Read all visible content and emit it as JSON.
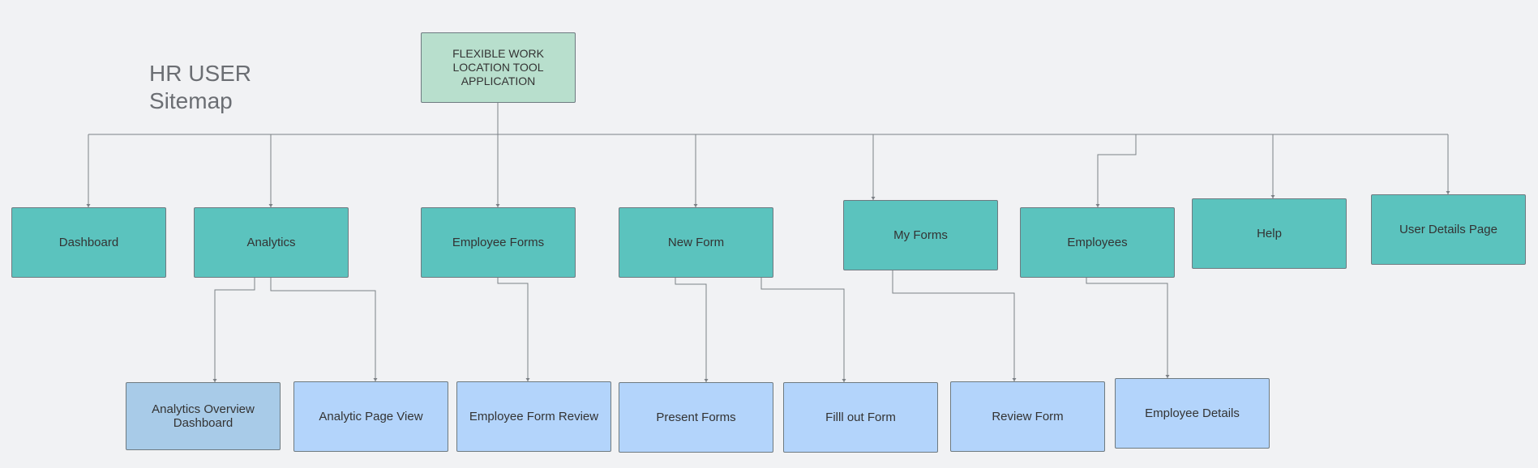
{
  "title": {
    "line1": "HR USER",
    "line2": "Sitemap"
  },
  "colors": {
    "background": "#f1f2f4",
    "root_fill": "#b8dfcd",
    "section_fill": "#5bc3be",
    "subpage_fill": "#b3d4fb",
    "subpage_highlight_fill": "#a8cbe8",
    "connector": "#7c8186"
  },
  "root": {
    "label": "FLEXIBLE WORK LOCATION TOOL APPLICATION"
  },
  "sections": [
    {
      "label": "Dashboard"
    },
    {
      "label": "Analytics"
    },
    {
      "label": "Employee Forms"
    },
    {
      "label": "New Form"
    },
    {
      "label": "My Forms"
    },
    {
      "label": "Employees"
    },
    {
      "label": "Help"
    },
    {
      "label": "User Details Page"
    }
  ],
  "subpages": [
    {
      "label": "Analytics Overview Dashboard",
      "parent": "Analytics"
    },
    {
      "label": "Analytic Page View",
      "parent": "Analytics"
    },
    {
      "label": "Employee Form Review",
      "parent": "Employee Forms"
    },
    {
      "label": "Present Forms",
      "parent": "New Form"
    },
    {
      "label": "Filll out Form",
      "parent": "New Form"
    },
    {
      "label": "Review Form",
      "parent": "My Forms"
    },
    {
      "label": "Employee Details",
      "parent": "Employees"
    }
  ]
}
